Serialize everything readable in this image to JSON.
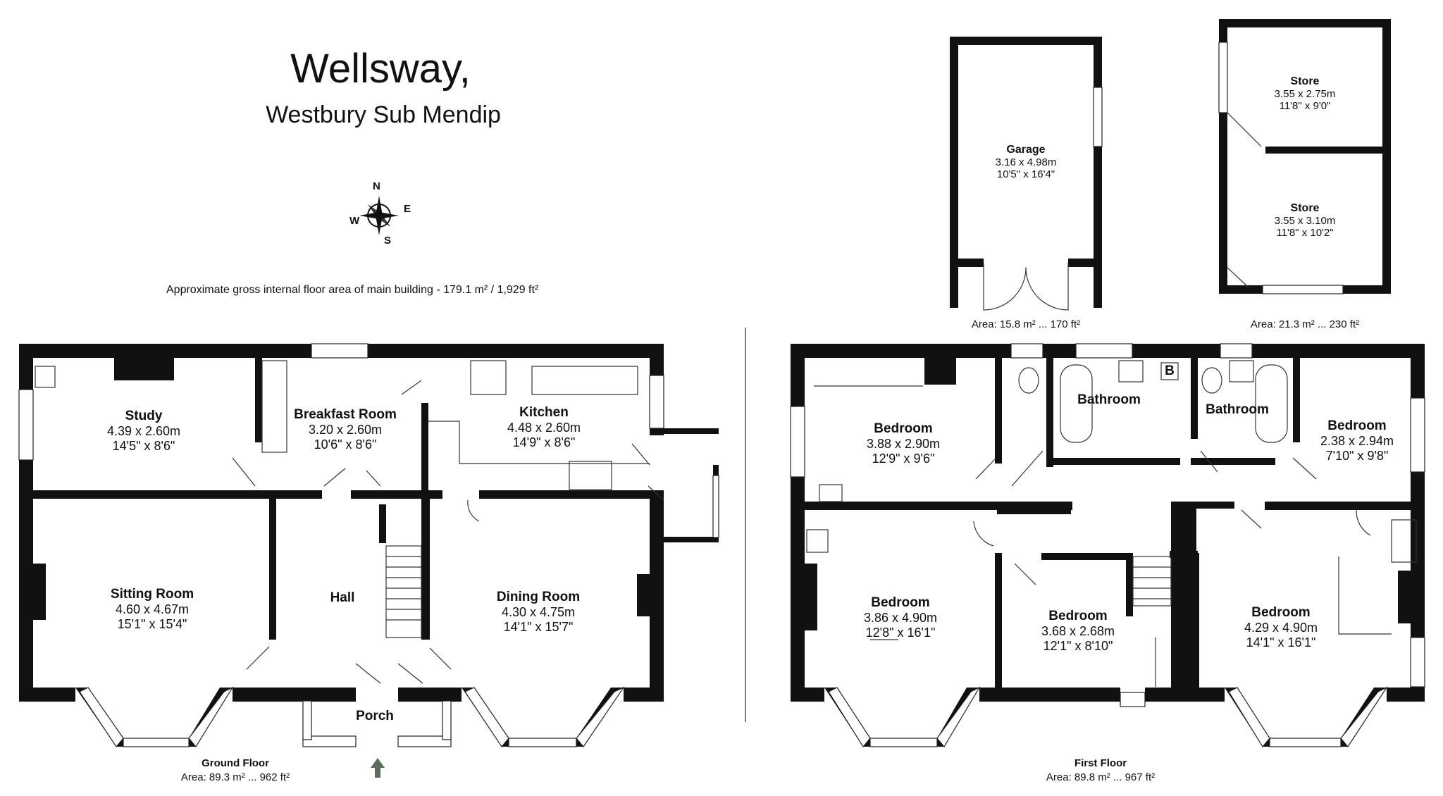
{
  "header": {
    "title": "Wellsway,",
    "subtitle": "Westbury Sub Mendip"
  },
  "compass": {
    "n": "N",
    "e": "E",
    "s": "S",
    "w": "W"
  },
  "gross_area": {
    "text": "Approximate gross internal floor area of main building  -  179.1 m² /  1,929 ft²"
  },
  "outbuildings": {
    "garage": {
      "name": "Garage",
      "metric": "3.16 x 4.98m",
      "imperial": "10'5\" x 16'4\"",
      "area": "Area: 15.8 m² ... 170 ft²"
    },
    "store_top": {
      "name": "Store",
      "metric": "3.55 x 2.75m",
      "imperial": "11'8\" x 9'0\""
    },
    "store_bottom": {
      "name": "Store",
      "metric": "3.55 x 3.10m",
      "imperial": "11'8\" x 10'2\""
    },
    "stores_area": "Area: 21.3 m² ... 230 ft²"
  },
  "ground_floor": {
    "label": "Ground Floor",
    "area": "Area: 89.3 m² ... 962 ft²",
    "rooms": {
      "study": {
        "name": "Study",
        "metric": "4.39 x 2.60m",
        "imperial": "14'5\" x 8'6\""
      },
      "breakfast": {
        "name": "Breakfast Room",
        "metric": "3.20 x 2.60m",
        "imperial": "10'6\" x 8'6\""
      },
      "kitchen": {
        "name": "Kitchen",
        "metric": "4.48 x 2.60m",
        "imperial": "14'9\" x 8'6\""
      },
      "sitting": {
        "name": "Sitting Room",
        "metric": "4.60 x 4.67m",
        "imperial": "15'1\" x 15'4\""
      },
      "hall": {
        "name": "Hall"
      },
      "dining": {
        "name": "Dining Room",
        "metric": "4.30 x 4.75m",
        "imperial": "14'1\" x 15'7\""
      },
      "porch": {
        "name": "Porch"
      }
    }
  },
  "first_floor": {
    "label": "First Floor",
    "area": "Area: 89.8 m² ... 967 ft²",
    "rooms": {
      "bed_top_left": {
        "name": "Bedroom",
        "metric": "3.88 x 2.90m",
        "imperial": "12'9\" x 9'6\""
      },
      "bath1": {
        "name": "Bathroom"
      },
      "boiler": {
        "name": "B"
      },
      "bath2": {
        "name": "Bathroom"
      },
      "bed_top_right": {
        "name": "Bedroom",
        "metric": "2.38 x 2.94m",
        "imperial": "7'10\" x 9'8\""
      },
      "bed_bottom_left": {
        "name": "Bedroom",
        "metric": "3.86 x 4.90m",
        "imperial": "12'8\" x 16'1\""
      },
      "bed_bottom_mid": {
        "name": "Bedroom",
        "metric": "3.68 x 2.68m",
        "imperial": "12'1\" x 8'10\""
      },
      "bed_bottom_right": {
        "name": "Bedroom",
        "metric": "4.29 x 4.90m",
        "imperial": "14'1\" x 16'1\""
      }
    }
  }
}
